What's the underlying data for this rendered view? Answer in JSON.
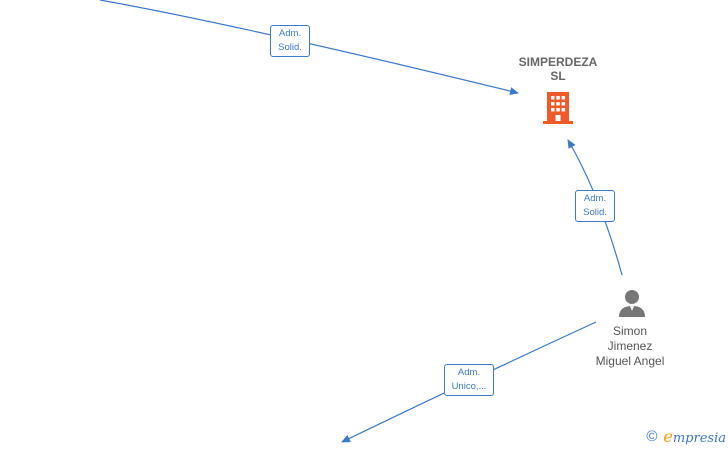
{
  "nodes": {
    "company": {
      "line1": "SIMPERDEZA",
      "line2": "SL",
      "icon": "building-icon",
      "color": "#f05a28"
    },
    "person": {
      "line1": "Simon",
      "line2": "Jimenez",
      "line3": "Miguel Angel",
      "icon": "person-icon",
      "color": "#777777"
    }
  },
  "edges": [
    {
      "label1": "Adm.",
      "label2": "Solid."
    },
    {
      "label1": "Adm.",
      "label2": "Solid."
    },
    {
      "label1": "Adm.",
      "label2": "Unico,..."
    }
  ],
  "brand": {
    "copyright": "©",
    "initial": "e",
    "rest": "mpresia"
  },
  "colors": {
    "edge": "#3a78c9",
    "company": "#f05a28",
    "person": "#777777"
  }
}
